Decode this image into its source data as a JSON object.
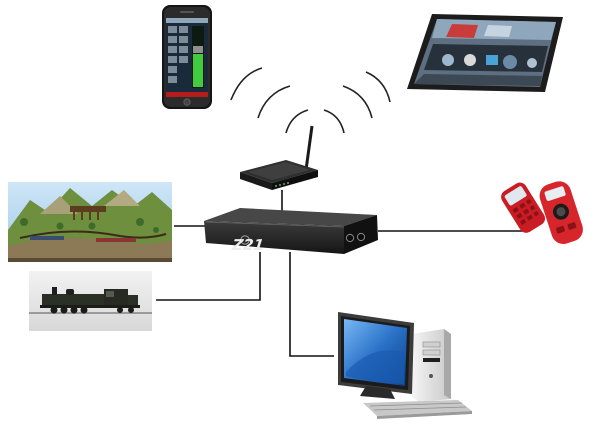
{
  "central_unit": {
    "label": "Z21"
  },
  "colors": {
    "wire": "#111111",
    "unit_body": "#1e1e1e",
    "unit_top": "#3a3a3a",
    "handheld_red": "#d0202a",
    "monitor_blue": "#2a72c8",
    "signal_arc": "#222222"
  },
  "devices": [
    {
      "id": "smartphone",
      "icon": "smartphone-icon"
    },
    {
      "id": "tablet",
      "icon": "tablet-icon"
    },
    {
      "id": "wlan-router",
      "icon": "router-icon"
    },
    {
      "id": "layout",
      "icon": "model-railway-layout-image"
    },
    {
      "id": "locomotive",
      "icon": "locomotive-image"
    },
    {
      "id": "handheld-controllers",
      "icon": "handheld-controller-icon"
    },
    {
      "id": "desktop-pc",
      "icon": "desktop-computer-icon"
    }
  ]
}
